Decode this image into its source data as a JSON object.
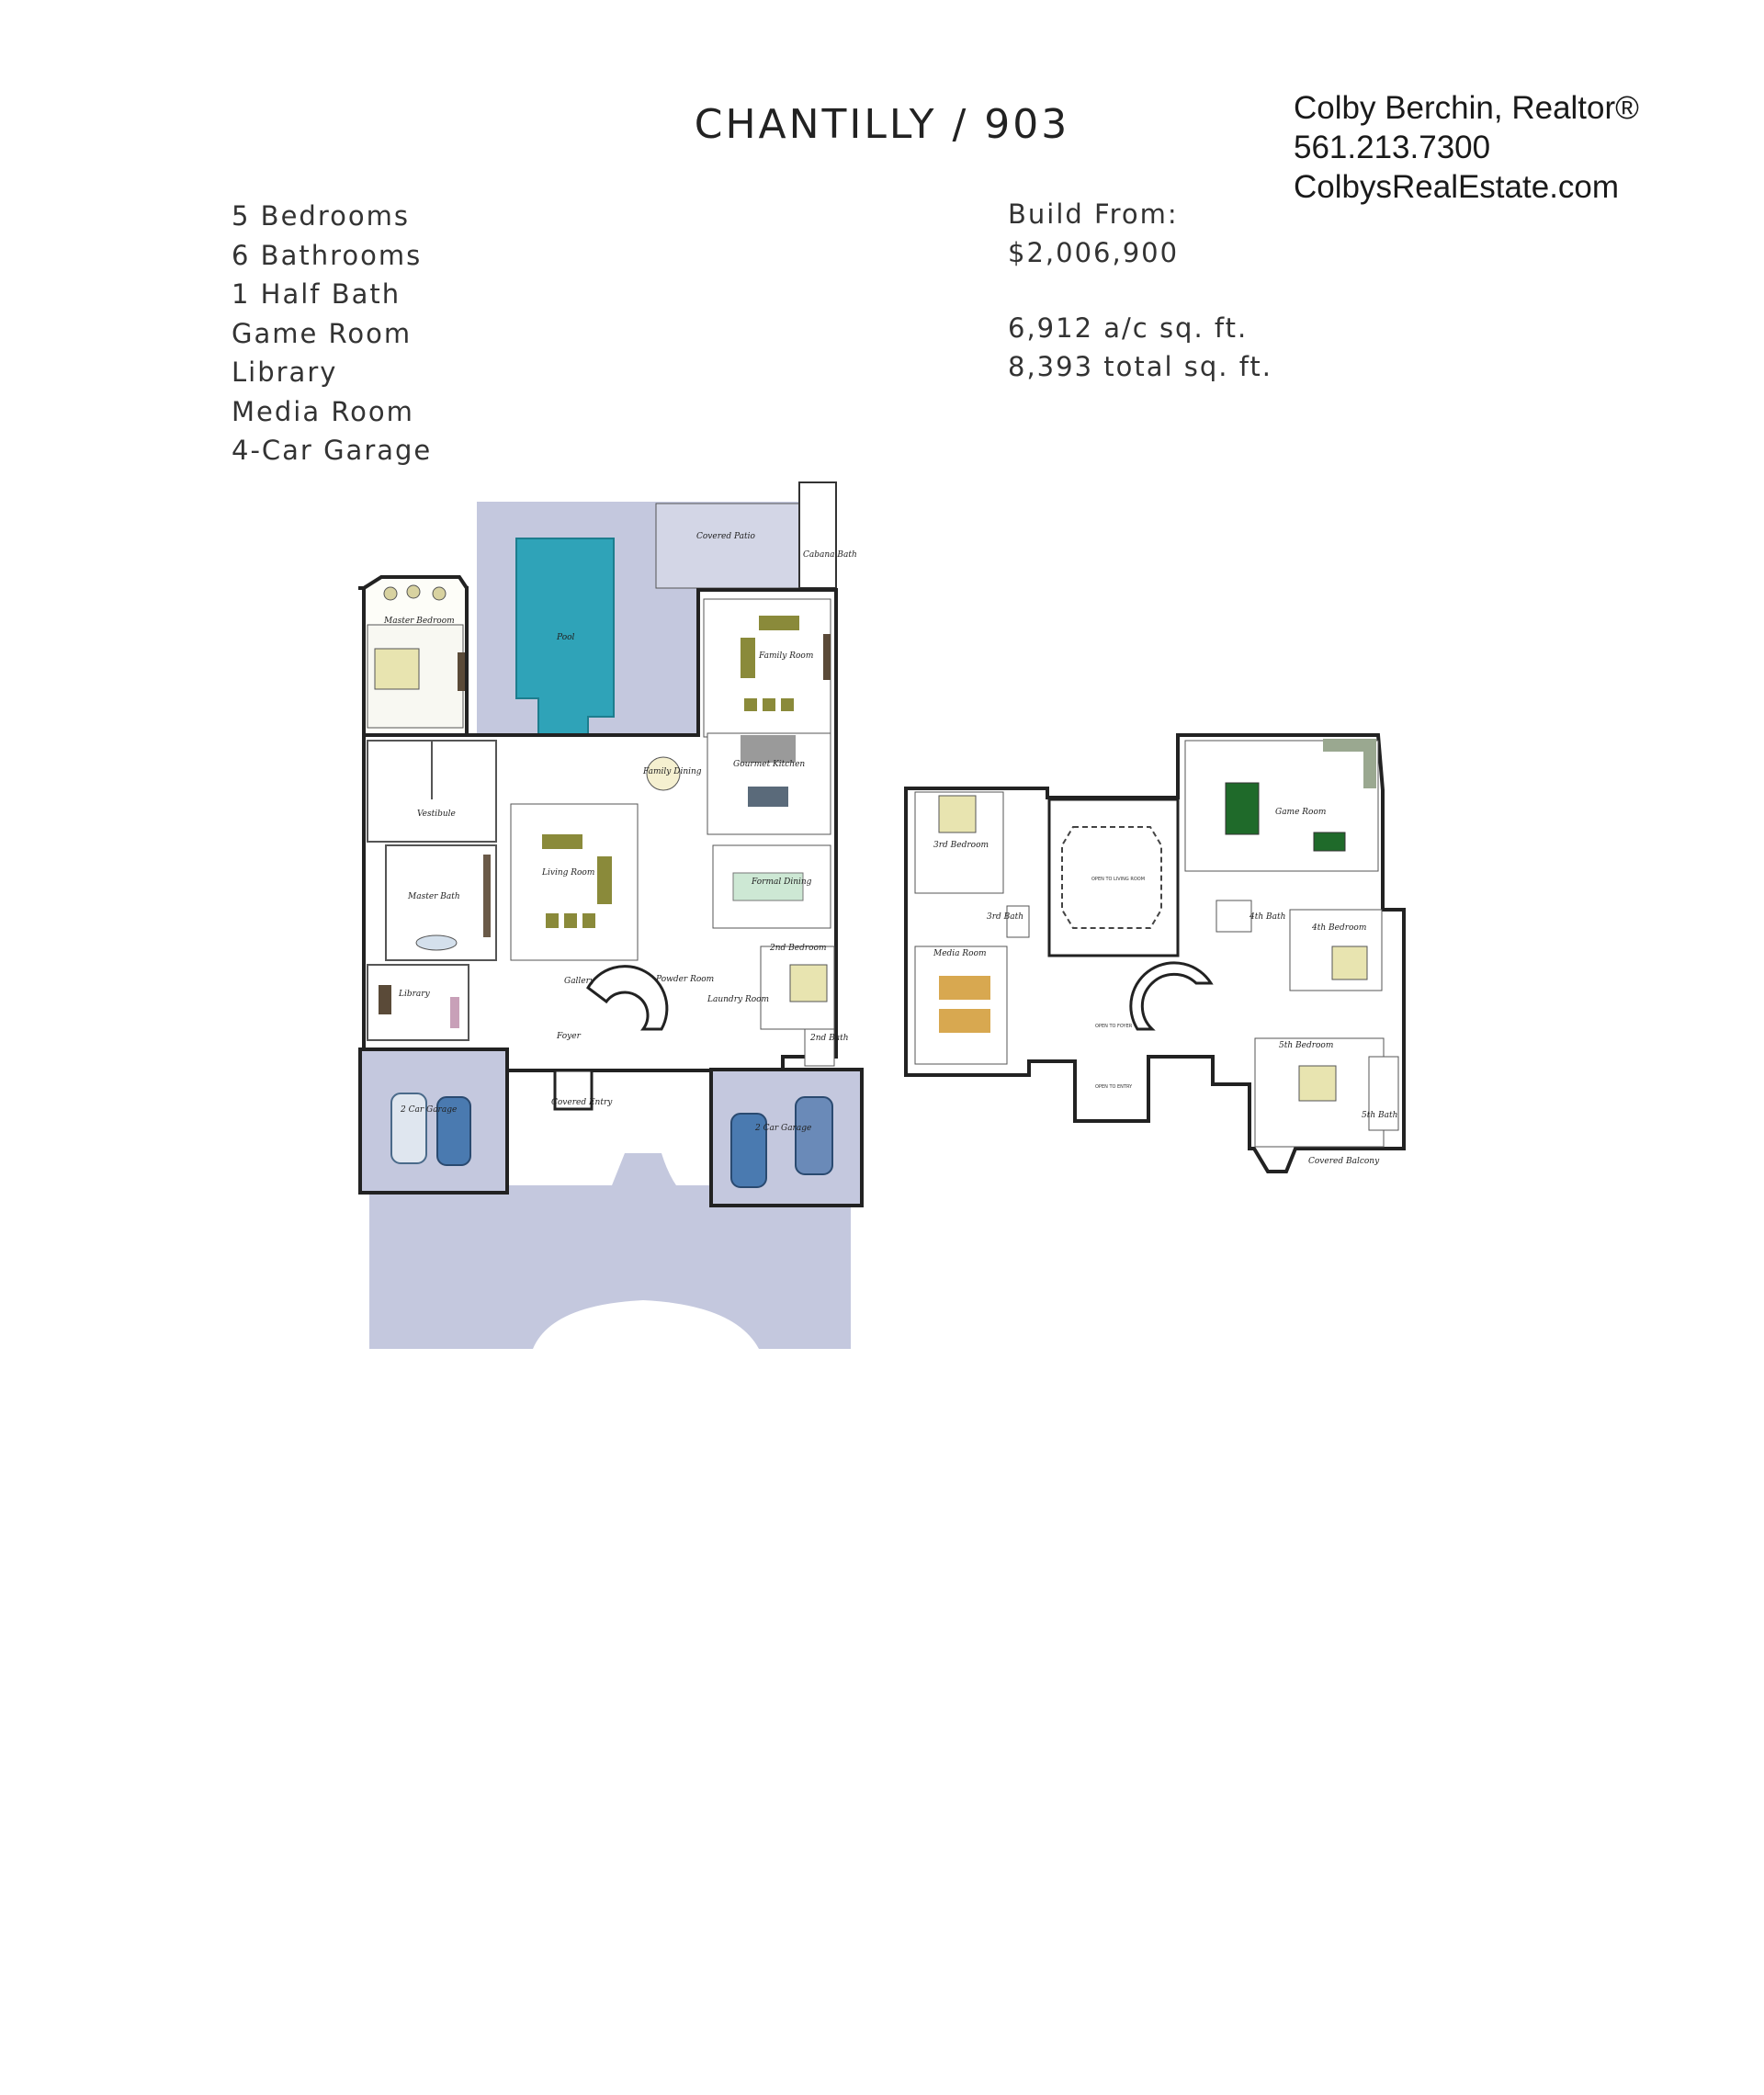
{
  "header": {
    "title": "CHANTILLY / 903"
  },
  "agent": {
    "name": "Colby Berchin, Realtor®",
    "phone": "561.213.7300",
    "website": "ColbysRealEstate.com"
  },
  "features": [
    "5 Bedrooms",
    "6 Bathrooms",
    "1 Half Bath",
    "Game Room",
    "Library",
    "Media Room",
    "4-Car Garage"
  ],
  "pricing": {
    "build_from_label": "Build From:",
    "price": "$2,006,900",
    "ac_sqft": "6,912 a/c sq. ft.",
    "total_sqft": "8,393 total sq. ft."
  },
  "colors": {
    "paved": "#c4c8de",
    "pool": "#2fa3b8",
    "wall": "#222222",
    "furniture_green": "#8a8a3a",
    "bed": "#e8e4b0",
    "billiard": "#1f6a2a"
  },
  "first_floor": {
    "rooms": {
      "covered_patio": "Covered Patio",
      "cabana_bath": "Cabana Bath",
      "pool": "Pool",
      "master_bedroom": "Master Bedroom",
      "family_room": "Family Room",
      "family_dining": "Family Dining",
      "gourmet_kitchen": "Gourmet Kitchen",
      "vestibule": "Vestibule",
      "living_room": "Living Room",
      "formal_dining": "Formal Dining",
      "master_bath": "Master Bath",
      "second_bedroom": "2nd Bedroom",
      "library": "Library",
      "gallery": "Gallery",
      "powder_room": "Powder Room",
      "laundry_room": "Laundry Room",
      "foyer": "Foyer",
      "second_bath": "2nd Bath",
      "garage_left": "2 Car Garage",
      "garage_right": "2 Car Garage",
      "covered_entry": "Covered Entry"
    }
  },
  "second_floor": {
    "rooms": {
      "third_bedroom": "3rd Bedroom",
      "open_to_living": "OPEN TO LIVING ROOM",
      "game_room": "Game Room",
      "third_bath": "3rd Bath",
      "fourth_bath": "4th Bath",
      "fourth_bedroom": "4th Bedroom",
      "media_room": "Media Room",
      "open_to_foyer": "OPEN TO FOYER",
      "open_to_entry": "OPEN TO ENTRY",
      "fifth_bedroom": "5th Bedroom",
      "fifth_bath": "5th Bath",
      "covered_balcony": "Covered Balcony"
    }
  }
}
